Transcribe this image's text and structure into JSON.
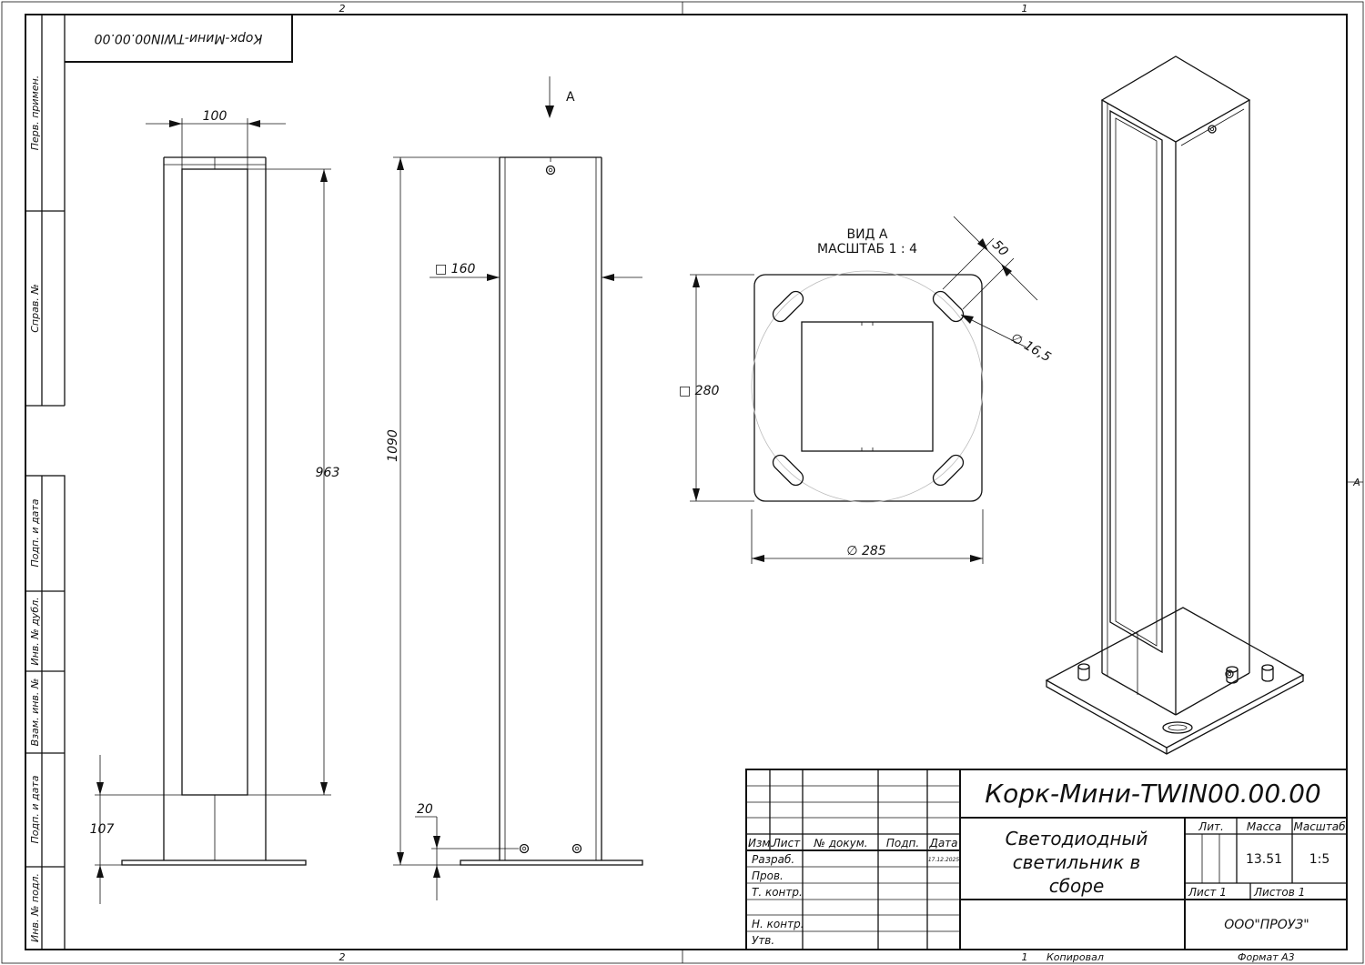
{
  "frame": {
    "zone_top_left": "2",
    "zone_top_right": "1",
    "zone_bottom_left": "2",
    "zone_bottom_right": "1",
    "zone_side": "A"
  },
  "side_column": {
    "perv_primen": "Перв. примен.",
    "sprav_no": "Справ. №",
    "podp_data_1": "Подп. и дата",
    "inv_dubl": "Инв. № дубл.",
    "vzam_inv": "Взам. инв. №",
    "podp_data_2": "Подп. и дата",
    "inv_podl": "Инв. № подл."
  },
  "stamp_top": "Корк-Мини-TWIN00.00.00",
  "view_a_arrow": "A",
  "view_a": {
    "title": "ВИД А",
    "scale": "МАСШТАБ 1 : 4"
  },
  "dims": {
    "width_100": "100",
    "height_963": "963",
    "height_107": "107",
    "height_1090": "1090",
    "square_160": "□ 160",
    "dim_20": "20",
    "square_280": "□ 280",
    "dim_50": "50",
    "dia_16_5": "∅ 16,5",
    "dia_285": "∅ 285"
  },
  "title_block": {
    "designation": "Корк-Мини-TWIN00.00.00",
    "name_line1": "Светодиодный",
    "name_line2": "светильник в",
    "name_line3": "сборе",
    "col_izm": "Изм.",
    "col_list": "Лист",
    "col_doc": "№ докум.",
    "col_podp": "Подп.",
    "col_data": "Дата",
    "row_razrab": "Разраб.",
    "row_prov": "Пров.",
    "row_tkontr": "Т. контр.",
    "row_nkontr": "Н. контр.",
    "row_utv": "Утв.",
    "date_value": "17.12.2025",
    "lit_label": "Лит.",
    "mass_label": "Масса",
    "scale_label": "Масштаб",
    "mass_value": "13.51",
    "scale_value": "1:5",
    "sheet_label": "Лист 1",
    "sheets_label": "Листов 1",
    "company": "ООО\"ПРОУЗ\""
  },
  "footer": {
    "copied": "Копировал",
    "format": "Формат А3"
  }
}
